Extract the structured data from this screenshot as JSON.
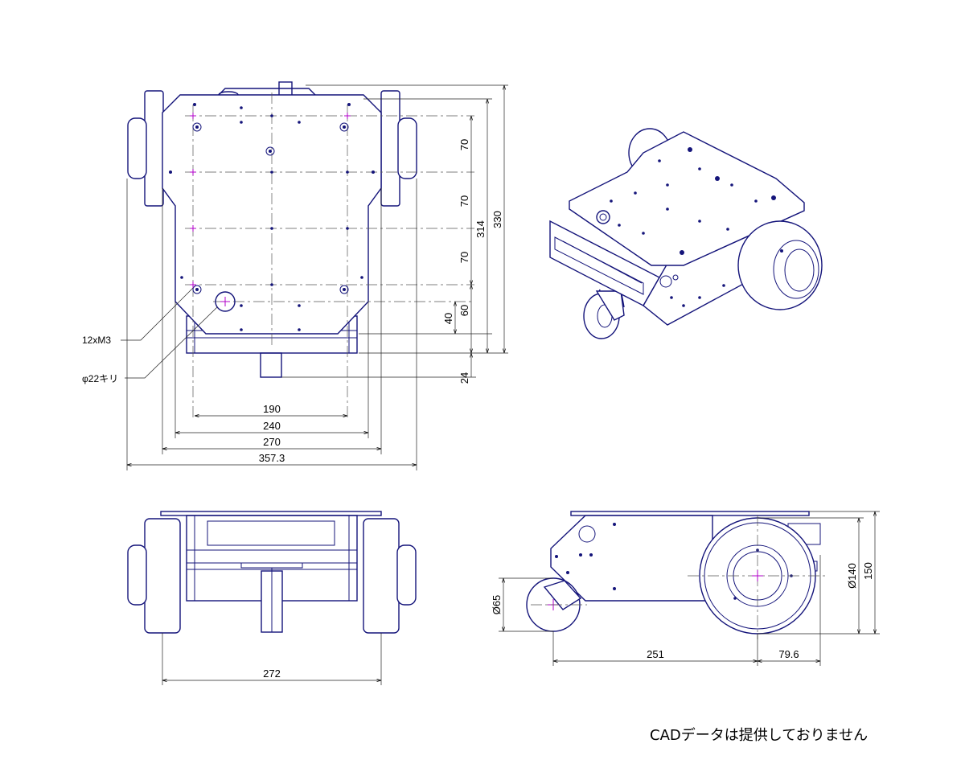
{
  "notes": {
    "hole_callout": "12xM3",
    "bore_callout": "φ22キリ"
  },
  "dimensions": {
    "top_view": {
      "pitch_1": "70",
      "pitch_2": "70",
      "pitch_3": "70",
      "offset_60": "60",
      "offset_40": "40",
      "extension_24": "24",
      "length_314": "314",
      "length_330": "330",
      "width_190": "190",
      "width_240": "240",
      "width_270": "270",
      "width_357": "357.3"
    },
    "front_view": {
      "track_width": "272"
    },
    "side_view": {
      "caster_dia": "Ø65",
      "wheel_dia": "Ø140",
      "height_150": "150",
      "wheelbase": "251",
      "rear_offset": "79.6"
    }
  },
  "footer": {
    "disclaimer": "CADデータは提供しておりません"
  },
  "colors": {
    "outline": "#14147a",
    "centerline": "#555555",
    "hole_mark": "#b000c8"
  }
}
